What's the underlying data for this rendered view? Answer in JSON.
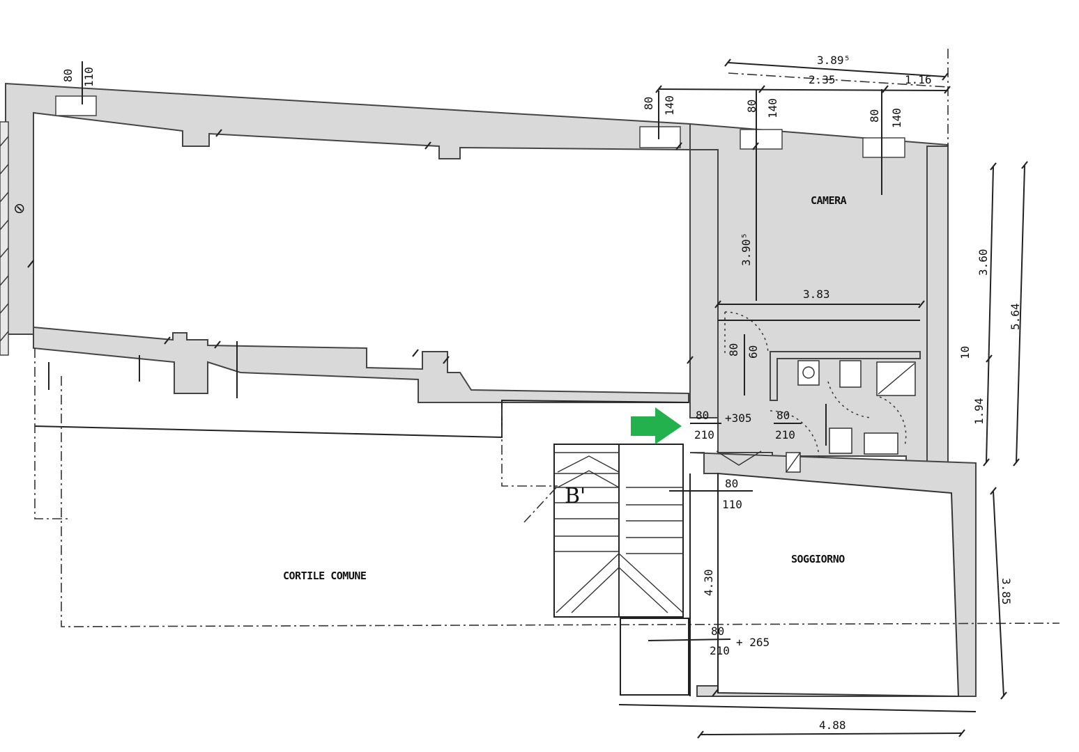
{
  "rooms": {
    "camera": "CAMERA",
    "soggiorno": "SOGGIORNO",
    "cortile": "CORTILE COMUNE"
  },
  "stair_label": "B'",
  "symbol": "⊘",
  "dimensions": {
    "top_total": "3.89⁵",
    "top_left": "2.35",
    "top_right": "1.16",
    "camera_height": "3.90⁵",
    "camera_width": "3.83",
    "right_upper": "3.60",
    "right_total": "5.64",
    "right_wall": "10",
    "right_lower": "1.94",
    "soggiorno_right": "3.85",
    "soggiorno_left": "4.30",
    "bottom": "4.88",
    "bath_door_width": "60"
  },
  "openings": {
    "w1_width": "80",
    "w1_height": "110",
    "w2_width": "80",
    "w2_height": "140",
    "w3_width": "80",
    "w3_height": "140",
    "w4_width": "80",
    "w4_height": "140",
    "d_entry_width": "80",
    "d_entry_height": "210",
    "d_entry_level": "+305",
    "d_bath_width": "80",
    "d_bath_height": "210",
    "d_camera_width": "80",
    "w_sog_width": "80",
    "w_sog_height": "110",
    "d_low_width": "80",
    "d_low_height": "210",
    "d_low_level": "+ 265"
  },
  "marker": {
    "color": "#22b14c",
    "icon": "arrow-right-icon"
  }
}
